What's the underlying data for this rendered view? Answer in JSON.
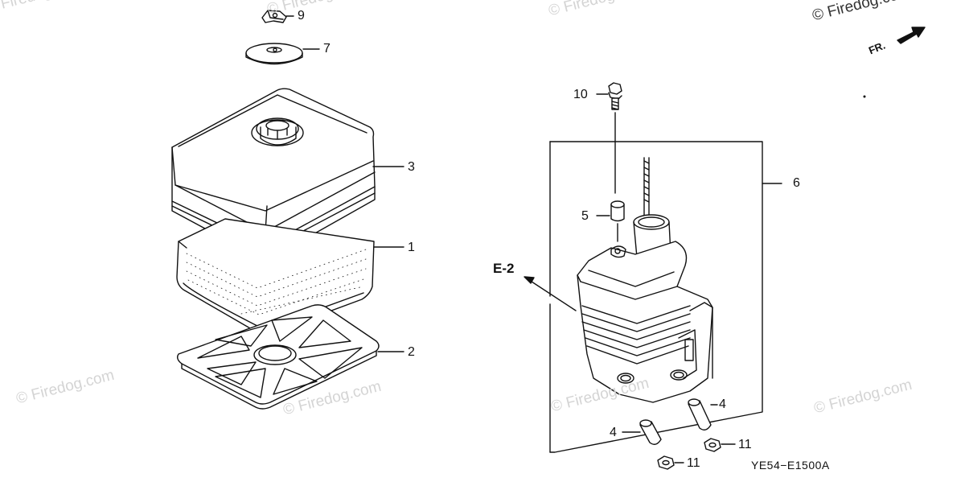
{
  "callouts": {
    "c1": "1",
    "c2": "2",
    "c3": "3",
    "c4a": "4",
    "c4b": "4",
    "c5": "5",
    "c6": "6",
    "c7": "7",
    "c9": "9",
    "c10": "10",
    "c11a": "11",
    "c11b": "11"
  },
  "reference": "E-2",
  "front_indicator": "FR.",
  "diagram_code": "YE54−E1500A",
  "watermark": "© Firedog.com",
  "colors": {
    "line": "#111111",
    "watermark": "#d4d4d4"
  }
}
